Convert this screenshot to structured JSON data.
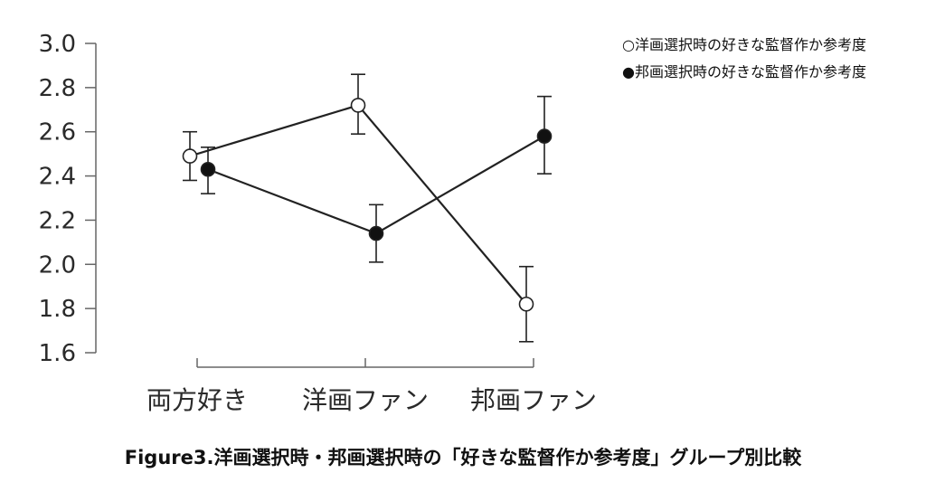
{
  "caption": "Figure3.洋画選択時・邦画選択時の「好きな監督作か参考度」グループ別比較",
  "chart_data": {
    "type": "line",
    "title": "",
    "xlabel": "",
    "ylabel": "",
    "categories": [
      "両方好き",
      "洋画ファン",
      "邦画ファン"
    ],
    "ylim": [
      1.6,
      3.0
    ],
    "yticks": [
      "1.6",
      "1.8",
      "2.0",
      "2.2",
      "2.4",
      "2.6",
      "2.8",
      "3.0"
    ],
    "grid": false,
    "legend_position": "top-right",
    "series": [
      {
        "name": "○洋画選択時の好きな監督作か参考度",
        "marker": "open-circle",
        "color": "#222222",
        "values": [
          2.49,
          2.72,
          1.82
        ],
        "error_low": [
          2.38,
          2.59,
          1.65
        ],
        "error_high": [
          2.6,
          2.86,
          1.99
        ]
      },
      {
        "name": "●邦画選択時の好きな監督作か参考度",
        "marker": "filled-circle",
        "color": "#111111",
        "values": [
          2.43,
          2.14,
          2.58
        ],
        "error_low": [
          2.32,
          2.01,
          2.41
        ],
        "error_high": [
          2.53,
          2.27,
          2.76
        ]
      }
    ]
  }
}
